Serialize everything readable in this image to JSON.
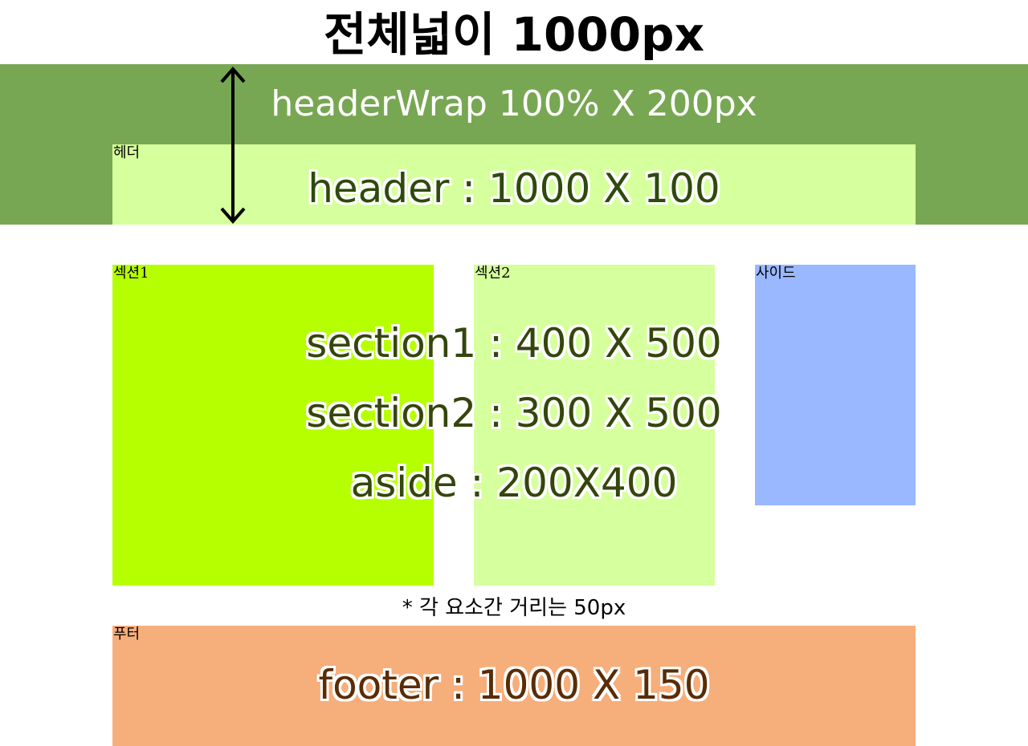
{
  "title": "전체넓이 1000px",
  "header_wrap": {
    "caption": "headerWrap 100% X 200px"
  },
  "header": {
    "label": "헤더",
    "caption": "header : 1000 X 100"
  },
  "section1": {
    "label": "섹션1"
  },
  "section2": {
    "label": "섹션2"
  },
  "aside": {
    "label": "사이드"
  },
  "specs": [
    "section1 : 400 X 500",
    "section2 : 300 X 500",
    "aside : 200X400"
  ],
  "note": "* 각 요소간 거리는 50px",
  "footer": {
    "label": "푸터",
    "caption": "footer : 1000 X 150"
  },
  "colors": {
    "header_wrap": "#78a753",
    "header": "#d6ff9d",
    "section1": "#b6ff00",
    "section2": "#d6ff9d",
    "aside": "#9ab8ff",
    "footer": "#f6ae7b"
  }
}
